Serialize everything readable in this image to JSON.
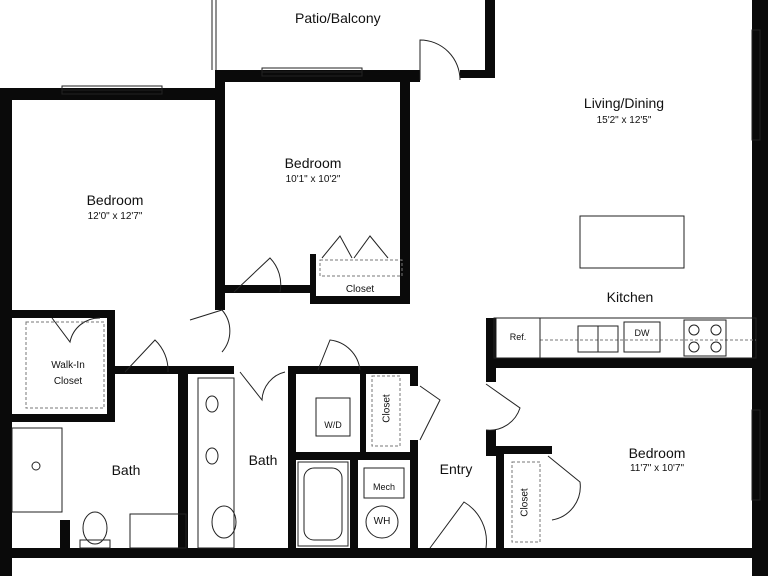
{
  "rooms": {
    "patio": {
      "name": "Patio/Balcony"
    },
    "living": {
      "name": "Living/Dining",
      "size": "15'2\" x 12'5\""
    },
    "bedroom_a": {
      "name": "Bedroom",
      "size": "12'0\" x 12'7\""
    },
    "bedroom_b": {
      "name": "Bedroom",
      "size": "10'1\" x 10'2\""
    },
    "bedroom_c": {
      "name": "Bedroom",
      "size": "11'7\" x 10'7\""
    },
    "kitchen": {
      "name": "Kitchen"
    },
    "walkin": {
      "line1": "Walk-In",
      "line2": "Closet"
    },
    "closet_b": {
      "name": "Closet"
    },
    "closet_hall": {
      "name": "Closet"
    },
    "closet_c": {
      "name": "Closet"
    },
    "bath_1": {
      "name": "Bath"
    },
    "bath_2": {
      "name": "Bath"
    },
    "entry": {
      "name": "Entry"
    }
  },
  "fixtures": {
    "ref": "Ref.",
    "dw": "DW",
    "wd": "W/D",
    "mech": "Mech",
    "wh": "WH"
  }
}
